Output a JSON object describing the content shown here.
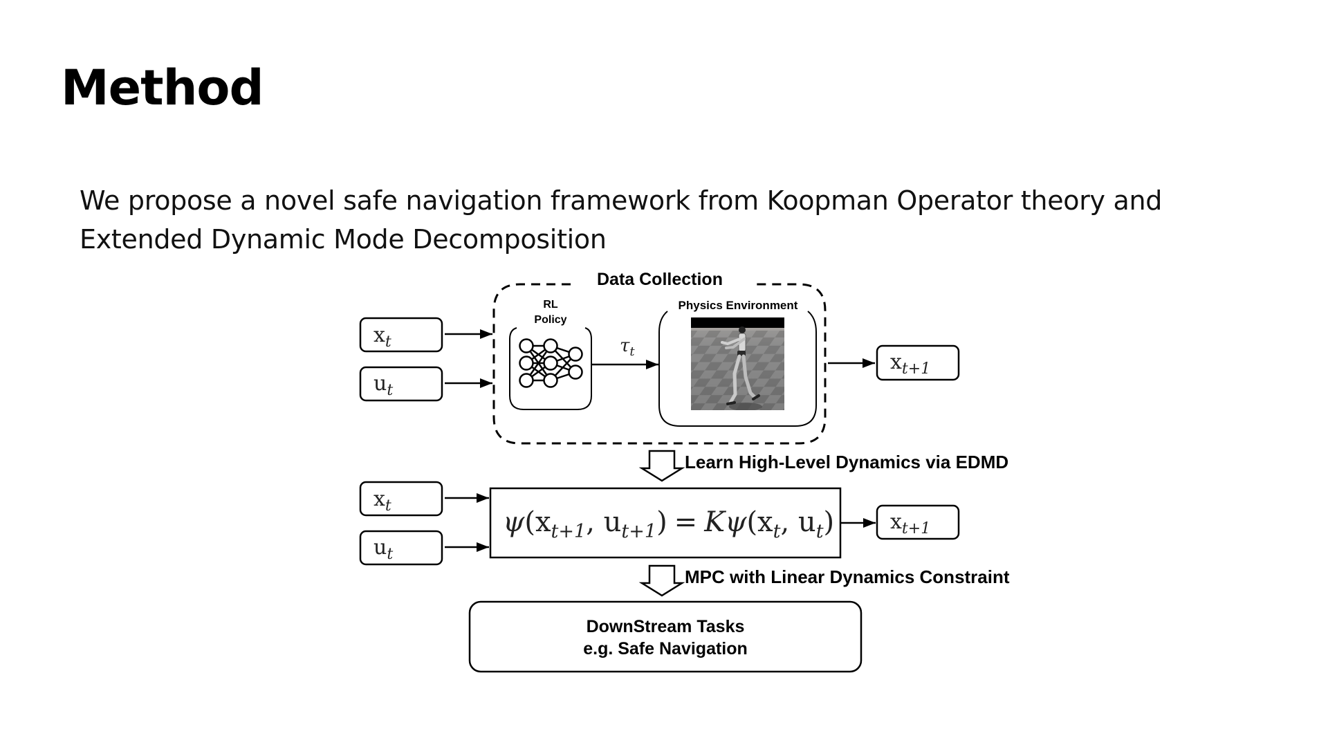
{
  "slide": {
    "title": "Method",
    "body_line1": "We propose a novel safe navigation framework from Koopman Operator theory and",
    "body_line2": "Extended Dynamic Mode Decomposition"
  },
  "diagram": {
    "data_collection": {
      "title": "Data Collection",
      "rl_policy_label_line1": "RL",
      "rl_policy_label_line2": "Policy",
      "physics_env_label": "Physics Environment",
      "action_symbol": "τ",
      "action_subscript": "t",
      "image_description": "humanoid robot walking on checkered floor in simulation"
    },
    "inputs_top": [
      {
        "symbol": "x",
        "subscript": "t"
      },
      {
        "symbol": "u",
        "subscript": "t"
      }
    ],
    "output_top": {
      "symbol": "x",
      "subscript": "t+1"
    },
    "step1_label": "Learn High-Level Dynamics via EDMD",
    "inputs_bottom": [
      {
        "symbol": "x",
        "subscript": "t"
      },
      {
        "symbol": "u",
        "subscript": "t"
      }
    ],
    "equation": {
      "lhs_psi": "ψ",
      "lhs_open": "(x",
      "lhs_sub1": "t+1",
      "lhs_mid": ", u",
      "lhs_sub2": "t+1",
      "lhs_close": ")",
      "equals": "=",
      "K": "K",
      "rhs_psi": "ψ",
      "rhs_open": "(x",
      "rhs_sub1": "t",
      "rhs_mid": ", u",
      "rhs_sub2": "t",
      "rhs_close": ")"
    },
    "output_bottom": {
      "symbol": "x",
      "subscript": "t+1"
    },
    "step2_label": "MPC with Linear Dynamics Constraint",
    "downstream_line1": "DownStream Tasks",
    "downstream_line2": "e.g. Safe Navigation"
  }
}
